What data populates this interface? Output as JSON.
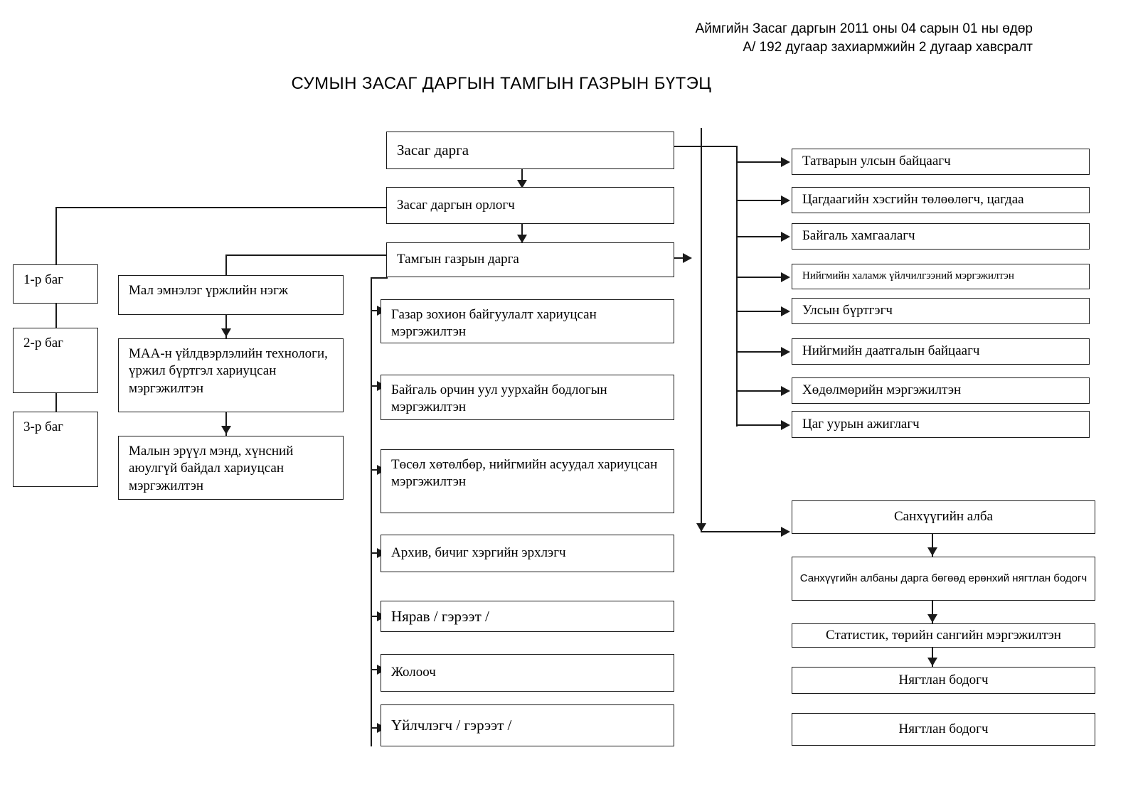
{
  "header": {
    "line1": "Аймгийн Засаг даргын 2011 оны 04 сарын 01 ны өдөр",
    "line2": "А/ 192 дугаар захиармжийн 2 дугаар хавсралт",
    "title": "СУМЫН ЗАСАГ ДАРГЫН ТАМГЫН ГАЗРЫН БҮТЭЦ"
  },
  "chart_data": {
    "type": "diagram",
    "title": "СУМЫН ЗАСАГ ДАРГЫН ТАМГЫН ГАЗРЫН БҮТЭЦ",
    "nodes": [
      {
        "id": "gov",
        "label": "Засаг дарга"
      },
      {
        "id": "deputy",
        "label": "Засаг даргын орлогч"
      },
      {
        "id": "chief",
        "label": "Тамгын газрын дарга"
      },
      {
        "id": "bag1",
        "label": "1-р баг"
      },
      {
        "id": "bag2",
        "label": "2-р баг"
      },
      {
        "id": "bag3",
        "label": "3-р баг"
      },
      {
        "id": "vet1",
        "label": "Мал эмнэлэг  үржлийн нэгж"
      },
      {
        "id": "vet2",
        "label": "МАА-н үйлдвэрлэлийн технологи, үржил бүртгэл хариуцсан мэргэжилтэн"
      },
      {
        "id": "vet3",
        "label": "Малын эрүүл мэнд, хүнсний аюулгүй байдал хариуцсан мэргэжилтэн"
      },
      {
        "id": "spec1",
        "label": "Газар зохион байгуулалт хариуцсан мэргэжилтэн"
      },
      {
        "id": "spec2",
        "label": "Байгаль орчин уул  уурхайн бодлогын мэргэжилтэн"
      },
      {
        "id": "spec3",
        "label": "Төсөл хөтөлбөр, нийгмийн асуудал хариуцсан мэргэжилтэн"
      },
      {
        "id": "spec4",
        "label": "Архив, бичиг хэргийн эрхлэгч"
      },
      {
        "id": "spec5",
        "label": "Нярав / гэрээт /"
      },
      {
        "id": "spec6",
        "label": "Жолооч"
      },
      {
        "id": "spec7",
        "label": "Үйлчлэгч  / гэрээт /"
      },
      {
        "id": "r1",
        "label": "Татварын улсын байцаагч"
      },
      {
        "id": "r2",
        "label": "Цагдаагийн хэсгийн төлөөлөгч, цагдаа"
      },
      {
        "id": "r3",
        "label": "Байгаль хамгаалагч"
      },
      {
        "id": "r4",
        "label": "Нийгмийн халамж үйлчилгээний  мэргэжилтэн"
      },
      {
        "id": "r5",
        "label": "Улсын бүртгэгч"
      },
      {
        "id": "r6",
        "label": "Нийгмийн даатгалын байцаагч"
      },
      {
        "id": "r7",
        "label": "Хөдөлмөрийн  мэргэжилтэн"
      },
      {
        "id": "r8",
        "label": "Цаг уурын  ажиглагч"
      },
      {
        "id": "f1",
        "label": "Санхүүгийн алба"
      },
      {
        "id": "f2",
        "label": "Санхүүгийн албаны дарга бөгөөд ерөнхий нягтлан бодогч"
      },
      {
        "id": "f3",
        "label": "Статистик, төрийн сангийн мэргэжилтэн"
      },
      {
        "id": "f4",
        "label": "Нягтлан бодогч"
      },
      {
        "id": "f5",
        "label": "Нягтлан бодогч"
      }
    ],
    "edges": [
      {
        "from": "gov",
        "to": "deputy"
      },
      {
        "from": "deputy",
        "to": "chief"
      },
      {
        "from": "deputy",
        "to": "bag1"
      },
      {
        "from": "bag1",
        "to": "bag2"
      },
      {
        "from": "bag2",
        "to": "bag3"
      },
      {
        "from": "chief",
        "to": "vet1"
      },
      {
        "from": "vet1",
        "to": "vet2"
      },
      {
        "from": "vet2",
        "to": "vet3"
      },
      {
        "from": "chief",
        "to": "spec1"
      },
      {
        "from": "chief",
        "to": "spec2"
      },
      {
        "from": "chief",
        "to": "spec3"
      },
      {
        "from": "chief",
        "to": "spec4"
      },
      {
        "from": "chief",
        "to": "spec5"
      },
      {
        "from": "chief",
        "to": "spec6"
      },
      {
        "from": "chief",
        "to": "spec7"
      },
      {
        "from": "gov",
        "to": "r1"
      },
      {
        "from": "gov",
        "to": "r2"
      },
      {
        "from": "gov",
        "to": "r3"
      },
      {
        "from": "gov",
        "to": "r4"
      },
      {
        "from": "gov",
        "to": "r5"
      },
      {
        "from": "gov",
        "to": "r6"
      },
      {
        "from": "gov",
        "to": "r7"
      },
      {
        "from": "gov",
        "to": "r8"
      },
      {
        "from": "chief",
        "to": "r-bus"
      },
      {
        "from": "gov",
        "to": "f1"
      },
      {
        "from": "f1",
        "to": "f2"
      },
      {
        "from": "f2",
        "to": "f3"
      },
      {
        "from": "f3",
        "to": "f4"
      }
    ],
    "colors": {
      "line": "#1a1a1a",
      "box_fill": "#ffffff",
      "text": "#000000"
    }
  },
  "left_column": {
    "bag1": "1-р баг",
    "bag2": "2-р баг",
    "bag3": "3-р баг"
  },
  "vet_column": {
    "unit": "Мал эмнэлэг  үржлийн нэгж",
    "tech": "МАА-н үйлдвэрлэлийн технологи, үржил бүртгэл хариуцсан мэргэжилтэн",
    "health": "Малын эрүүл мэнд, хүнсний аюулгүй байдал хариуцсан мэргэжилтэн"
  },
  "center_column": {
    "governor": "Засаг дарга",
    "deputy": "Засаг даргын орлогч",
    "chief": "Тамгын газрын дарга",
    "land": "Газар зохион байгуулалт хариуцсан мэргэжилтэн",
    "environment": "Байгаль орчин уул  уурхайн бодлогын мэргэжилтэн",
    "project": "Төсөл хөтөлбөр, нийгмийн асуудал хариуцсан мэргэжилтэн",
    "archive": "Архив, бичиг хэргийн эрхлэгч",
    "storekeeper": "Нярав / гэрээт /",
    "driver": "Жолооч",
    "cleaner": "Үйлчлэгч  / гэрээт /"
  },
  "right_column": {
    "tax": "Татварын улсын байцаагч",
    "police": "Цагдаагийн хэсгийн төлөөлөгч, цагдаа",
    "ranger": "Байгаль хамгаалагч",
    "welfare": "Нийгмийн халамж үйлчилгээний  мэргэжилтэн",
    "registrar": "Улсын бүртгэгч",
    "insurance": "Нийгмийн даатгалын байцаагч",
    "labour": "Хөдөлмөрийн  мэргэжилтэн",
    "weather": "Цаг уурын  ажиглагч"
  },
  "finance_column": {
    "office": "Санхүүгийн алба",
    "head": "Санхүүгийн албаны дарга бөгөөд ерөнхий нягтлан бодогч",
    "statistics": "Статистик, төрийн сангийн мэргэжилтэн",
    "accountant1": "Нягтлан бодогч",
    "accountant2": "Нягтлан бодогч"
  }
}
